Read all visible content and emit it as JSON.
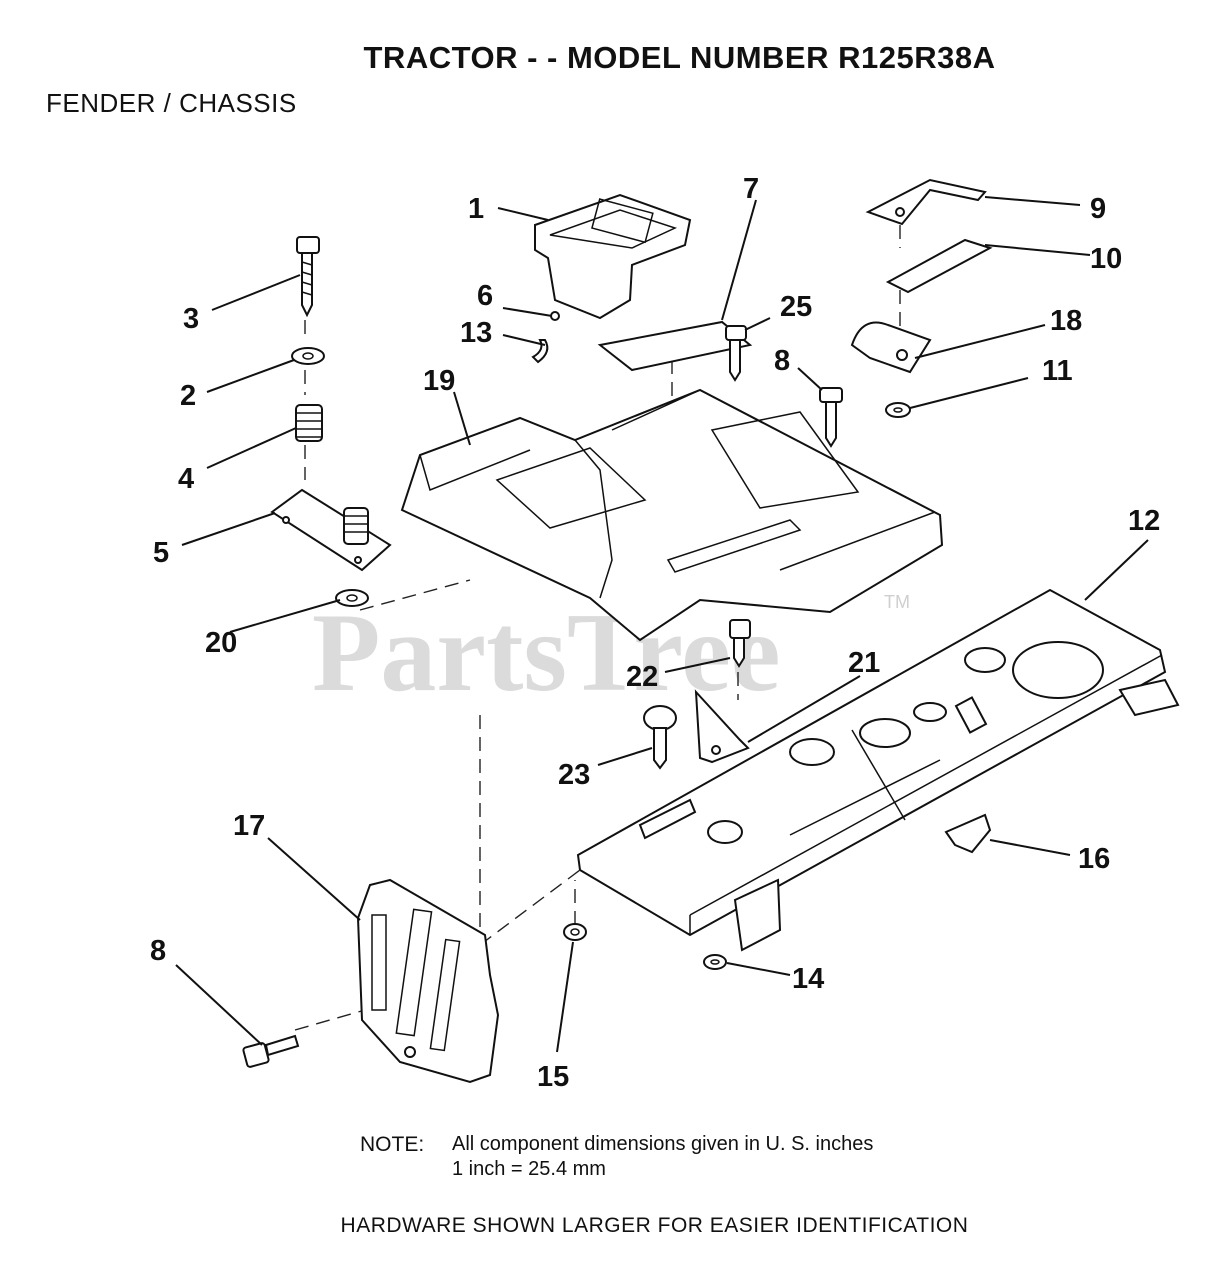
{
  "header": {
    "title": "TRACTOR - - MODEL NUMBER R125R38A",
    "subtitle": "FENDER / CHASSIS"
  },
  "watermark": {
    "text": "PartsTree",
    "trademark": "TM"
  },
  "callouts": {
    "c1": "1",
    "c2": "2",
    "c3": "3",
    "c4": "4",
    "c5": "5",
    "c6": "6",
    "c7": "7",
    "c8a": "8",
    "c8b": "8",
    "c9": "9",
    "c10": "10",
    "c11": "11",
    "c12": "12",
    "c13": "13",
    "c14": "14",
    "c15": "15",
    "c16": "16",
    "c17": "17",
    "c18": "18",
    "c19": "19",
    "c20": "20",
    "c21": "21",
    "c22": "22",
    "c23": "23",
    "c25": "25"
  },
  "note": {
    "label": "NOTE:",
    "line1": "All component dimensions given in U. S. inches",
    "line2": "1 inch = 25.4 mm"
  },
  "footer": {
    "text": "HARDWARE SHOWN LARGER FOR EASIER IDENTIFICATION"
  }
}
